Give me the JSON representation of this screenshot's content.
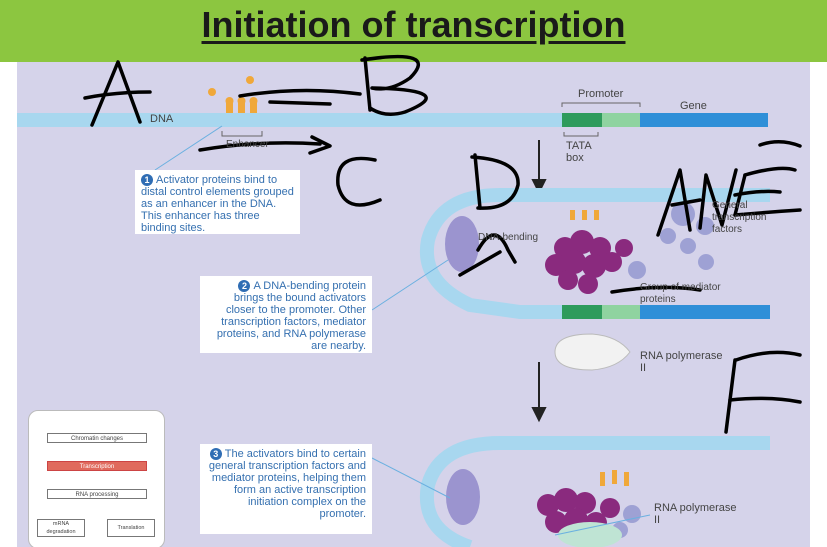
{
  "title": "Initiation of transcription",
  "labels": {
    "dna": "DNA",
    "enhancer": "Enhancer",
    "promoter": "Promoter",
    "gene": "Gene",
    "tata_box": "TATA box",
    "dna_bending": "DNA-bending",
    "general_tf": "General transcription factors",
    "mediator": "Group of mediator proteins",
    "rna_pol_1": "RNA polymerase II",
    "rna_pol_2": "RNA polymerase II"
  },
  "steps": [
    {
      "num": "1",
      "text": "Activator proteins bind to distal control elements grouped as an enhancer in the DNA. This enhancer has three binding sites."
    },
    {
      "num": "2",
      "text": "A DNA-bending protein brings the bound activators closer to the promoter. Other transcription factors, mediator proteins, and RNA polymerase are nearby."
    },
    {
      "num": "3",
      "text": "The activators bind to certain general transcription factors and mediator proteins, helping them form an active transcription initiation complex on the promoter."
    }
  ],
  "handwritten_letters": {
    "a": "A",
    "b": "B",
    "c": "C",
    "d": "D",
    "e": "E",
    "f": "F"
  },
  "flow": {
    "chromatin": "Chromatin changes",
    "transcription": "Transcription",
    "rna_processing": "RNA processing",
    "mrna_degradation": "mRNA degradation",
    "translation": "Translation"
  },
  "colors": {
    "title_bar": "#8cc640",
    "background": "#d5d3ea",
    "dna": "#a8d7ef",
    "gene": "#2f8fd8",
    "promoter": "#2e9b5c",
    "mediator": "#8a2a7e",
    "pen": "#000000"
  }
}
